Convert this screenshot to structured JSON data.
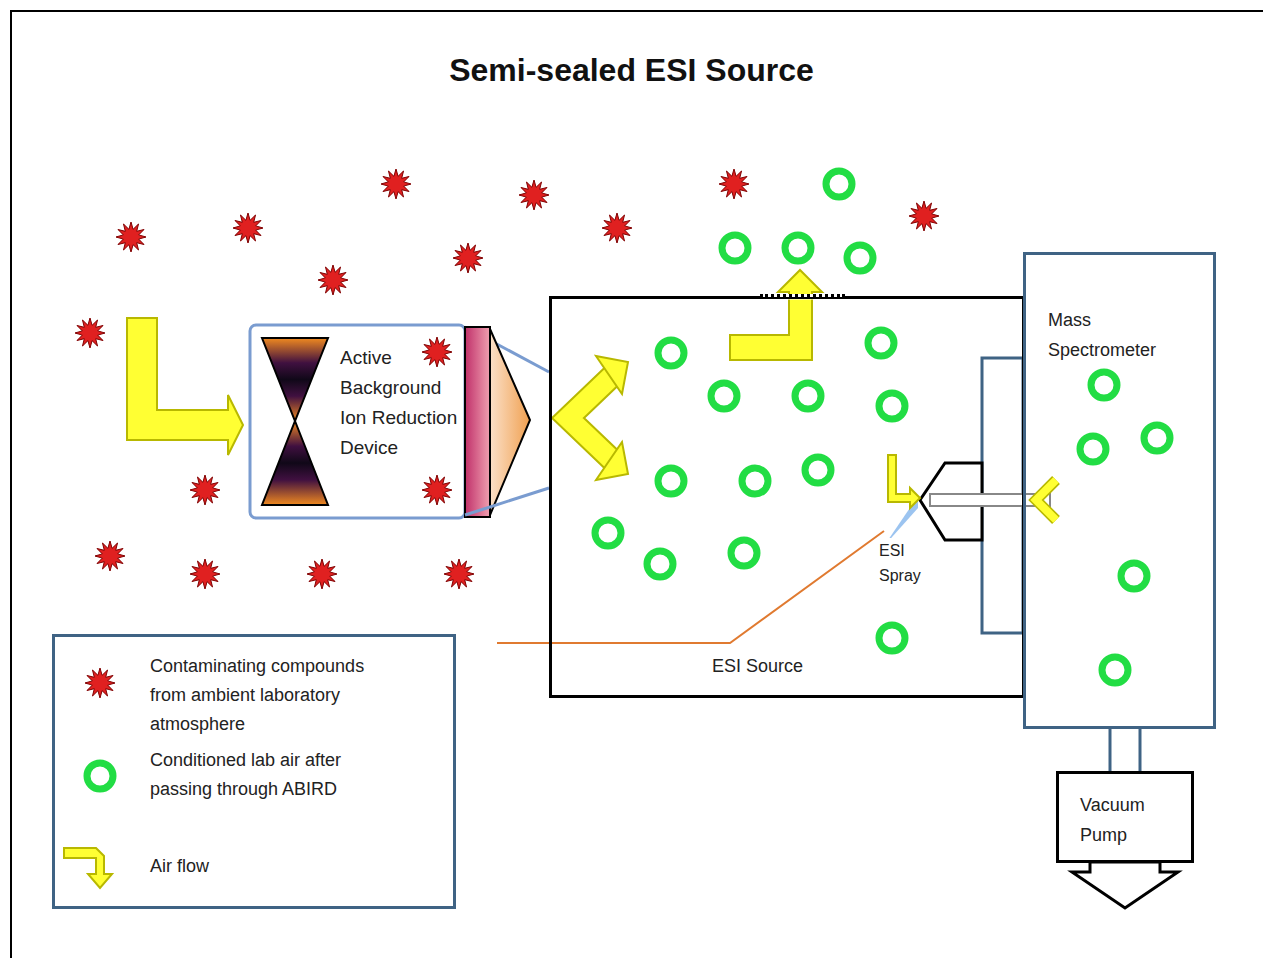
{
  "diagram": {
    "title": "Semi-sealed ESI Source",
    "nodes": [
      {
        "text": [
          "Active Background Ion Reduction Device"
        ]
      },
      {
        "text": [
          "ESI Source"
        ]
      },
      {
        "text": [
          "Mass Spectrometer"
        ]
      },
      {
        "text": [
          "Vacuum Pump"
        ]
      }
    ],
    "edges": [
      {
        "from": 0,
        "to": 1,
        "arrow": "none"
      },
      {
        "from": 2,
        "to": 3,
        "arrow": "none"
      }
    ],
    "labels": [
      "ESI Spray"
    ],
    "legend": [
      {
        "text": "Contaminating compounds from ambient laboratory atmosphere"
      },
      {
        "text": "Conditioned lab air after passing through ABIRD"
      },
      {
        "text": "Air flow"
      }
    ]
  }
}
